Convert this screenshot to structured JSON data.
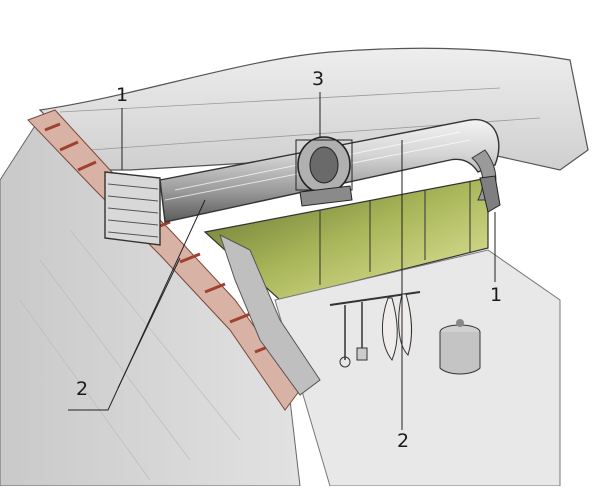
{
  "callouts": {
    "fan_end_left": "1",
    "fan_end_right": "1",
    "duct_left": "2",
    "duct_bottom": "2",
    "inline_fan": "3"
  }
}
